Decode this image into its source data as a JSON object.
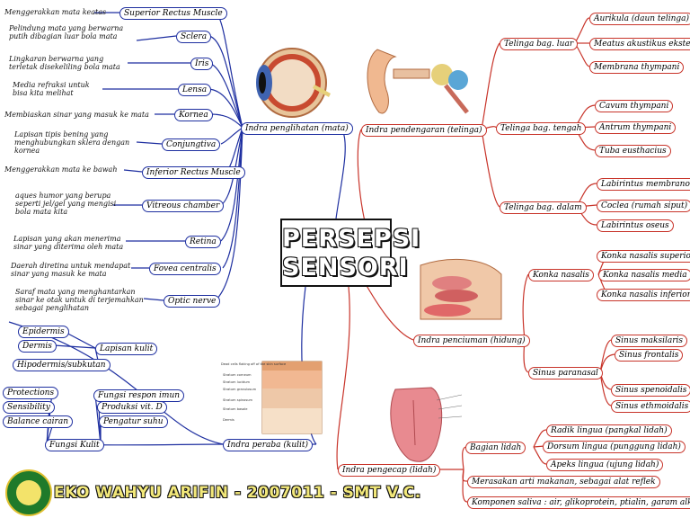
{
  "center": {
    "title": [
      "PERSEPSI",
      "SENSORI"
    ]
  },
  "footer": "EKO WAHYU ARIFIN - 2007011 - SMT V.C.",
  "colors": {
    "left_lines": "#1e2fa0",
    "right_lines": "#c8342a"
  },
  "branches": {
    "mata": {
      "label": "Indra penglihatan (mata)",
      "items": [
        {
          "label": "Superior Rectus Muscle",
          "desc": "Menggerakkan mata keatas"
        },
        {
          "label": "Sclera",
          "desc": "Pelindung mata yang berwarna\nputih dibagian luar bola mata"
        },
        {
          "label": "Iris",
          "desc": "Lingkaran berwarna yang\nterletak disekeliling bola mata"
        },
        {
          "label": "Lensa",
          "desc": "Media refraksi untuk\nbisa kita melihat"
        },
        {
          "label": "Kornea",
          "desc": "Membiaskan sinar yang masuk ke mata"
        },
        {
          "label": "Conjungtiva",
          "desc": "Lapisan tipis bening yang\nmenghubungkan sklera dengan\nkornea"
        },
        {
          "label": "Inferior Rectus Muscle",
          "desc": "Menggerakkan mata ke bawah"
        },
        {
          "label": "Vitreous chamber",
          "desc": "aques humor yang berupa\nseperti jel/gel yang mengisi\nbola mata kita"
        },
        {
          "label": "Retina",
          "desc": "Lapisan yang akan menerima\nsinar yang diterima oleh mata"
        },
        {
          "label": "Fovea centralis",
          "desc": "Daerah diretina untuk mendapat\nsinar yang masuk ke mata"
        },
        {
          "label": "Optic nerve",
          "desc": "Saraf mata yang menghantarkan\nsinar ke otak untuk di terjemahkan\nsebagai penglihatan"
        }
      ]
    },
    "kulit": {
      "label": "Indra peraba (kulit)",
      "lapisan": {
        "label": "Lapisan kulit",
        "items": [
          "Epidermis",
          "Dermis",
          "Hipodermis/subkutan"
        ]
      },
      "fungsi": {
        "label": "Fungsi Kulit",
        "left": [
          "Protections",
          "Sensibility",
          "Balance cairan"
        ],
        "right": [
          "Fungsi respon imun",
          "Produksi vit. D",
          "Pengatur suhu"
        ]
      },
      "image_labels": [
        "Dead cells flaking off of the skin surface",
        "Stratum corneum",
        "Stratum lucidum",
        "Stratum granulosum",
        "Stratum spinosum",
        "Stratum basale",
        "Dermis"
      ]
    },
    "telinga": {
      "label": "Indra pendengaran (telinga)",
      "groups": [
        {
          "label": "Telinga bag. luar",
          "items": [
            "Aurikula (daun telinga)",
            "Meatus akustikus eksterna",
            "Membrana thympani"
          ]
        },
        {
          "label": "Telinga bag. tengah",
          "items": [
            "Cavum thympani",
            "Antrum thympani",
            "Tuba eusthacius"
          ]
        },
        {
          "label": "Telinga bag. dalam",
          "items": [
            "Labirintus membranosa",
            "Coclea (rumah siput)",
            "Labirintus oseus"
          ]
        }
      ]
    },
    "hidung": {
      "label": "Indra penciuman (hidung)",
      "groups": [
        {
          "label": "Konka nasalis",
          "items": [
            "Konka nasalis superior",
            "Konka nasalis media",
            "Konka nasalis inferior"
          ]
        },
        {
          "label": "Sinus paranasal",
          "items": [
            "Sinus maksilaris",
            "Sinus frontalis",
            "Sinus spenoidalis",
            "Sinus ethmoidalis"
          ]
        }
      ]
    },
    "lidah": {
      "label": "Indra pengecap (lidah)",
      "bagian": {
        "label": "Bagian lidah",
        "items": [
          "Radik lingua (pangkal lidah)",
          "Dorsum lingua (punggung lidah)",
          "Apeks lingua (ujung lidah)"
        ]
      },
      "extra": [
        "Merasakan arti makanan, sebagai alat reflek",
        "Komponen saliva : air, glikoprotein, ptialin, garam alkali."
      ]
    }
  }
}
